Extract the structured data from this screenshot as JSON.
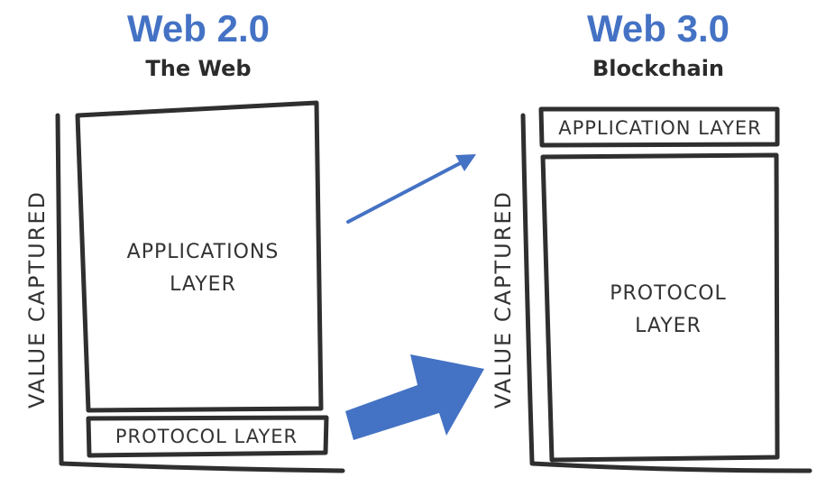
{
  "colors": {
    "title": "#4472c4",
    "arrow": "#4472c4",
    "ink": "#2f2f2f"
  },
  "left": {
    "title": "Web 2.0",
    "subtitle": "The Web",
    "axis_label": "VALUE CAPTURED",
    "applications_layer": [
      "APPLICATIONS",
      "LAYER"
    ],
    "protocol_layer": "PROTOCOL LAYER"
  },
  "right": {
    "title": "Web 3.0",
    "subtitle": "Blockchain",
    "axis_label": "VALUE CAPTURED",
    "application_layer": "APPLICATION LAYER",
    "protocol_layer": [
      "PROTOCOL",
      "LAYER"
    ]
  },
  "arrows": [
    {
      "name": "thin-arrow",
      "from": "left-applications-layer",
      "to": "right-application-layer"
    },
    {
      "name": "thick-arrow",
      "from": "left-protocol-layer",
      "to": "right-protocol-layer"
    }
  ]
}
